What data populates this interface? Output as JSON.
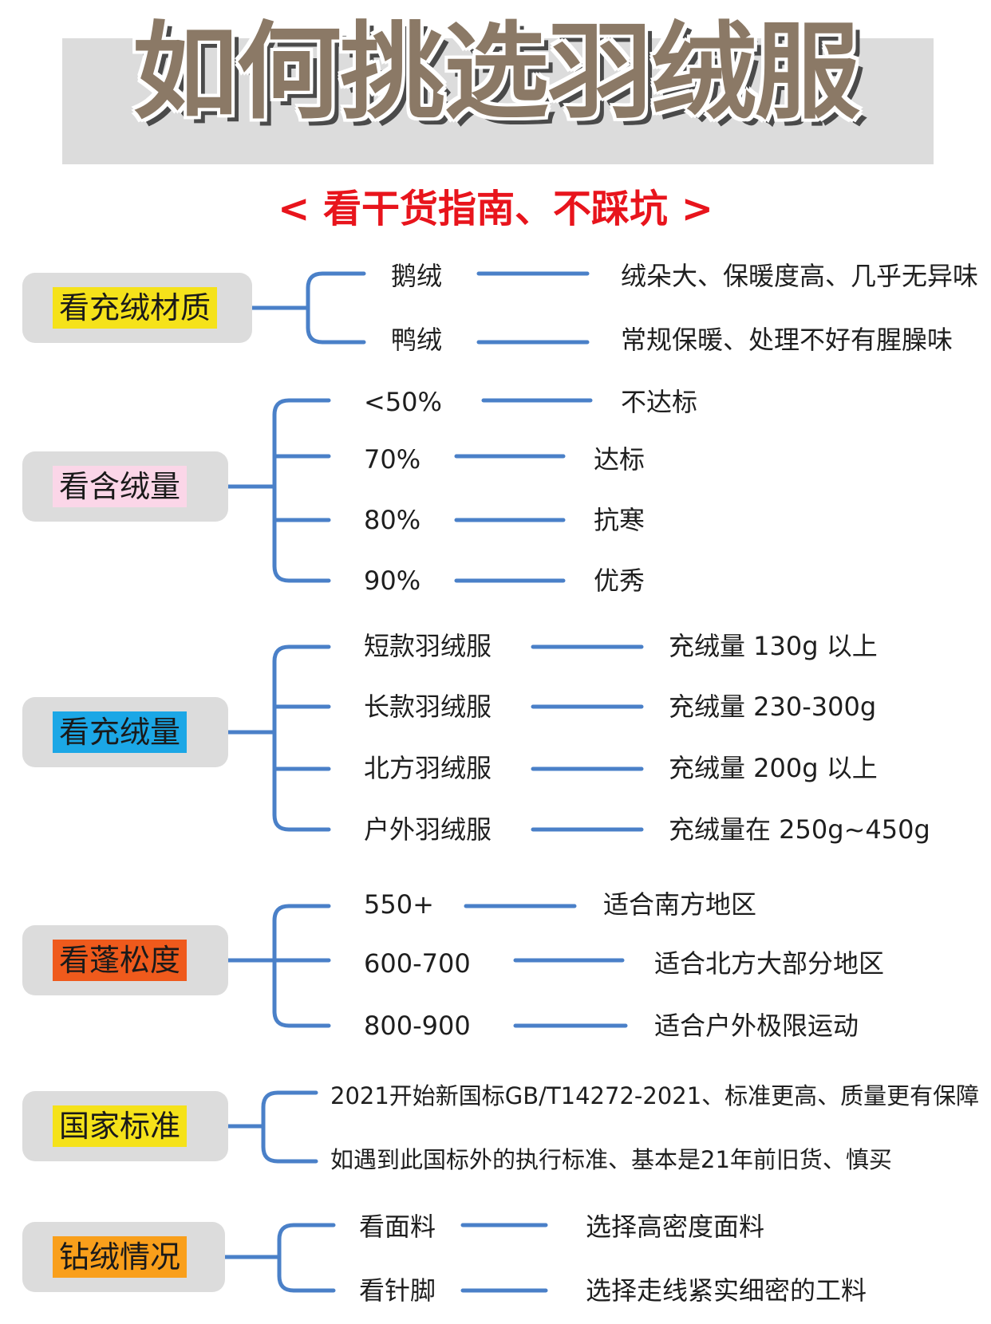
{
  "title": "如何挑选羽绒服",
  "subtitle": "< 看干货指南、不踩坑 >",
  "colors": {
    "title_text": "#8b7966",
    "subtitle_text": "#e8141c",
    "line": "#4a80c8",
    "box_bg": "#dcdcdc"
  },
  "sections": [
    {
      "label": "看充绒材质",
      "label_color": "#f5e21a",
      "items": [
        {
          "name": "鹅绒",
          "desc": "绒朵大、保暖度高、几乎无异味"
        },
        {
          "name": "鸭绒",
          "desc": "常规保暖、处理不好有腥臊味"
        }
      ]
    },
    {
      "label": "看含绒量",
      "label_color": "#fbd6e8",
      "items": [
        {
          "name": "<50%",
          "desc": "不达标"
        },
        {
          "name": "70%",
          "desc": "达标"
        },
        {
          "name": "80%",
          "desc": "抗寒"
        },
        {
          "name": "90%",
          "desc": "优秀"
        }
      ]
    },
    {
      "label": "看充绒量",
      "label_color": "#1ba7e6",
      "items": [
        {
          "name": "短款羽绒服",
          "desc": "充绒量 130g 以上"
        },
        {
          "name": "长款羽绒服",
          "desc": "充绒量 230-300g"
        },
        {
          "name": "北方羽绒服",
          "desc": "充绒量 200g 以上"
        },
        {
          "name": "户外羽绒服",
          "desc": "充绒量在 250g~450g"
        }
      ]
    },
    {
      "label": "看蓬松度",
      "label_color": "#ef5a1c",
      "items": [
        {
          "name": "550+",
          "desc": "适合南方地区"
        },
        {
          "name": "600-700",
          "desc": "适合北方大部分地区"
        },
        {
          "name": "800-900",
          "desc": "适合户外极限运动"
        }
      ]
    },
    {
      "label": "国家标准",
      "label_color": "#f5e21a",
      "items": [
        {
          "text": "2021开始新国标GB/T14272-2021、标准更高、质量更有保障"
        },
        {
          "text": "如遇到此国标外的执行标准、基本是21年前旧货、慎买"
        }
      ]
    },
    {
      "label": "钻绒情况",
      "label_color": "#f99f1b",
      "items": [
        {
          "name": "看面料",
          "desc": "选择高密度面料"
        },
        {
          "name": "看针脚",
          "desc": "选择走线紧实细密的工料"
        }
      ]
    }
  ]
}
